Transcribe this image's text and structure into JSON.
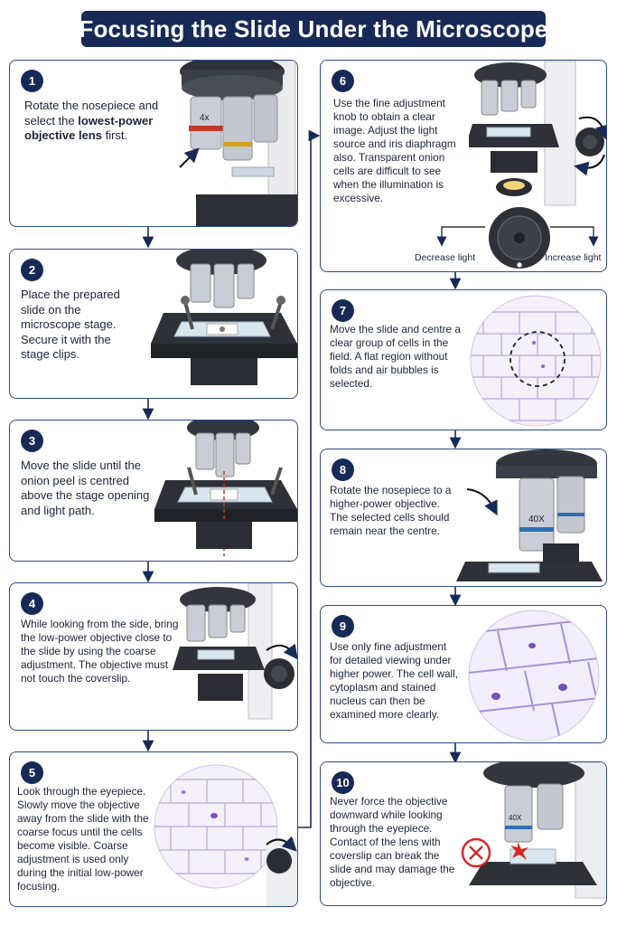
{
  "title": "Focusing the Slide Under the Microscope",
  "steps": [
    {
      "number": "1",
      "text": "Rotate the nosepiece and select the ",
      "bold": "lowest-power objective lens",
      "text_after": " first.",
      "lens_label": "4x"
    },
    {
      "number": "2",
      "text": "Place the prepared slide on the microscope stage. Secure it with the stage clips."
    },
    {
      "number": "3",
      "text": "Move the slide until the onion peel is centred above the stage opening and light path."
    },
    {
      "number": "4",
      "text": "While looking from the side, bring the low-power objective close to the slide by using the coarse adjustment. The objective must not touch the coverslip."
    },
    {
      "number": "5",
      "text": "Look through the eyepiece. Slowly move the objective away from the slide with the coarse focus until the cells become visible. Coarse adjustment is used only during the initial low-power focusing."
    },
    {
      "number": "6",
      "text": "Use the fine adjustment knob to obtain a clear image. Adjust the light source and iris diaphragm also. Transparent onion cells are difficult to see when the illumination is excessive.",
      "decrease_label": "Decrease light",
      "increase_label": "Increase light"
    },
    {
      "number": "7",
      "text": "Move the slide and centre a clear group of cells in the field. A flat region without folds and air bubbles is selected."
    },
    {
      "number": "8",
      "text": "Rotate the nosepiece to a higher-power objective. The selected cells should remain near the centre.",
      "lens_label": "40X"
    },
    {
      "number": "9",
      "text": "Use only fine adjustment for detailed viewing under higher power. The cell wall, cytoplasm and stained nucleus can then be examined more clearly."
    },
    {
      "number": "10",
      "text": "Never force the objective downward while looking through the eyepiece. Contact of the lens with coverslip can break the slide and may damage the objective.",
      "lens_label": "40X"
    }
  ],
  "colors": {
    "navy": "#172a57",
    "border": "#2f4a86",
    "cell_wall": "#b7a6dc",
    "nucleus": "#7a4fb8",
    "warning_red": "#d62828"
  }
}
